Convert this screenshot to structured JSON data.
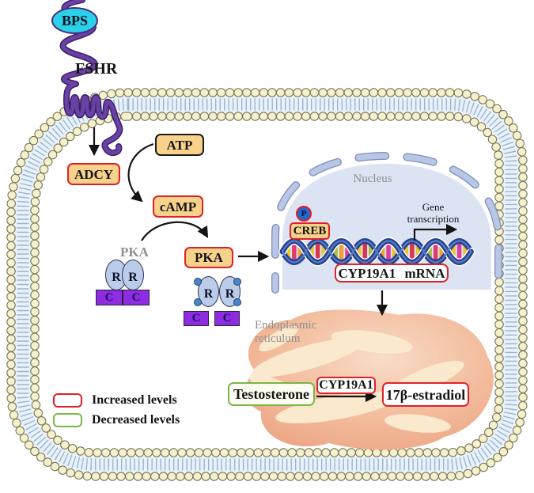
{
  "diagram": {
    "ligand": {
      "label": "BPS"
    },
    "receptor": {
      "label": "FSHR"
    },
    "boxes": {
      "atp": "ATP",
      "adcy": "ADCY",
      "camp": "cAMP",
      "pka": "PKA",
      "creb": "CREB",
      "phospho": "P",
      "cyp19a1_mrna": "CYP19A1 mRNA",
      "testosterone": "Testosterone",
      "cyp19a1": "CYP19A1",
      "estradiol": "17β-estradiol"
    },
    "pka_complex": {
      "label": "PKA",
      "r": "R",
      "c": "C"
    },
    "organelles": {
      "nucleus": "Nucleus",
      "er_line1": "Endoplasmic",
      "er_line2": "reticulum"
    },
    "annotations": {
      "gene_line1": "Gene",
      "gene_line2": "transcription"
    },
    "legend": [
      {
        "label": "Increased levels",
        "color": "#e02128"
      },
      {
        "label": "Decreased levels",
        "color": "#7ab648"
      }
    ],
    "colors": {
      "node_fill": "#f8d28b",
      "increased_border": "#e02128",
      "decreased_border": "#7ab648",
      "receptor_purple": "#6a41a4",
      "ligand_cyan": "#2bd1e8",
      "membrane_head": "#f6f1ca",
      "nucleus_fill": "#dce4f4",
      "er_fill": "#eeab8c",
      "dna_strand": "#26428e"
    },
    "dna": {
      "bar_colors": [
        [
          "#e7c72e",
          "#e23a6e",
          "#f0a22c"
        ],
        [
          "#e7c72e",
          "#d93550",
          "#e7c72e"
        ],
        [
          "#a9c23c",
          "#f0a22c",
          "#e23a9e"
        ],
        [
          "#e7c72e",
          "#d93550",
          "#a9c23c"
        ],
        [
          "#f0a22c",
          "#e23a9e",
          "#e7c72e"
        ],
        [
          "#e7c72e",
          "#d93550",
          "#e7c72e"
        ],
        [
          "#a9c23c",
          "#e23a6e",
          "#f0a22c"
        ],
        [
          "#e7c72e",
          "#e23a9e",
          "#e7c72e"
        ]
      ]
    }
  }
}
